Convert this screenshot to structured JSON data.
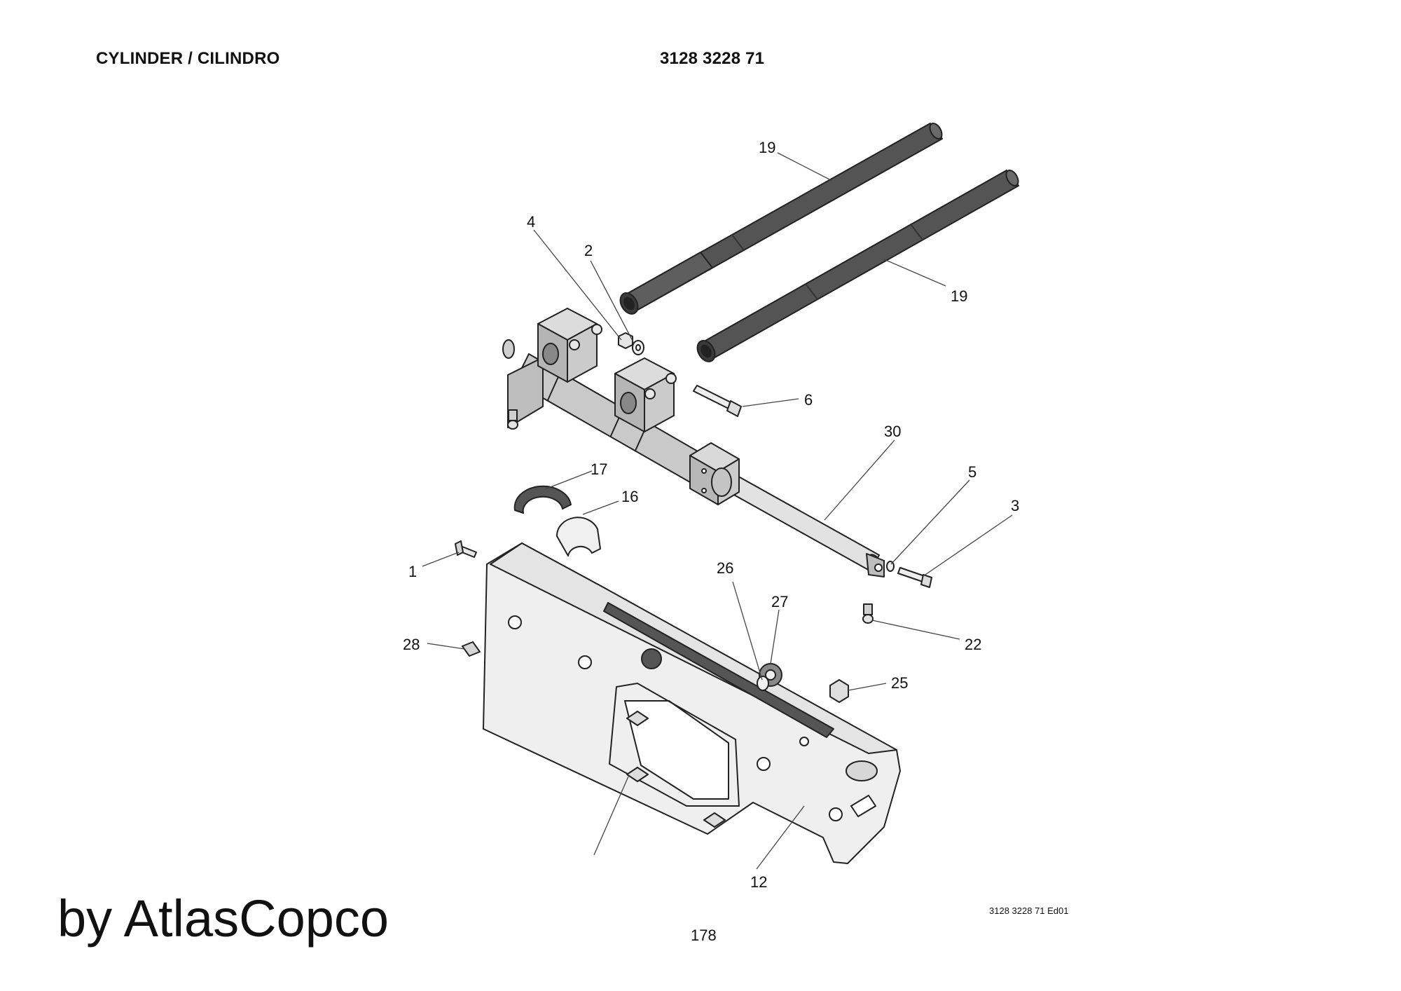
{
  "header": {
    "title": "CYLINDER / CILINDRO",
    "part_number": "3128 3228 71"
  },
  "callouts": [
    "19",
    "19",
    "4",
    "2",
    "6",
    "30",
    "5",
    "3",
    "17",
    "16",
    "1",
    "28",
    "26",
    "27",
    "22",
    "25",
    "12"
  ],
  "footer": {
    "brand": "by AtlasCopco",
    "edition": "3128 3228 71 Ed01",
    "page_number": "178"
  },
  "colors": {
    "rod": "#545454",
    "metal": "#c9c9c9",
    "frame": "#efefef",
    "line": "#222222"
  }
}
